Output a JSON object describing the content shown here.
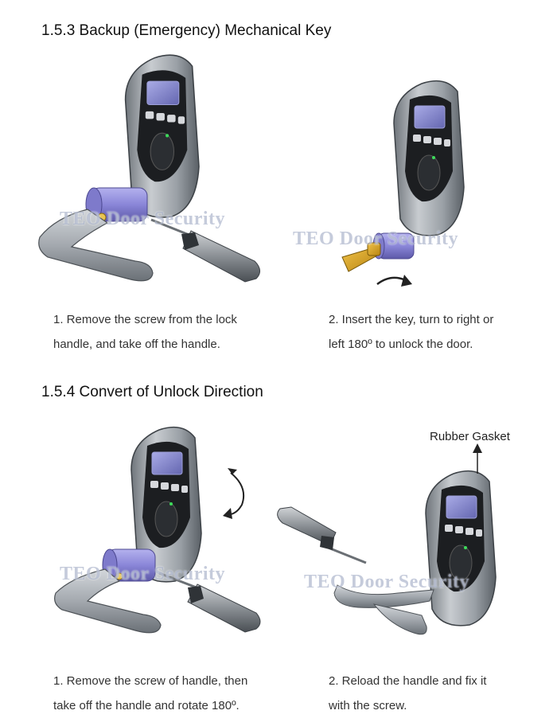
{
  "sections": [
    {
      "title": "1.5.3 Backup (Emergency) Mechanical Key",
      "steps": [
        {
          "line1": "1. Remove the screw from the lock",
          "line2": "handle, and take off the handle."
        },
        {
          "line1": "2. Insert the key, turn to right or",
          "line2": "left 180º to unlock the door."
        }
      ]
    },
    {
      "title": "1.5.4 Convert of Unlock Direction",
      "steps": [
        {
          "line1": "1. Remove the screw of handle, then",
          "line2": "take off the handle and rotate 180º."
        },
        {
          "line1": "2. Reload the handle and fix it",
          "line2": "with the screw."
        }
      ]
    }
  ],
  "watermark": "TEO Door Security",
  "callout": "Rubber Gasket",
  "colors": {
    "lock_body": "#9aa0a6",
    "cylinder": "#8a86d8",
    "handle": "#a4a9af",
    "key": "#d9a520",
    "screen": "#7d7fc8"
  }
}
